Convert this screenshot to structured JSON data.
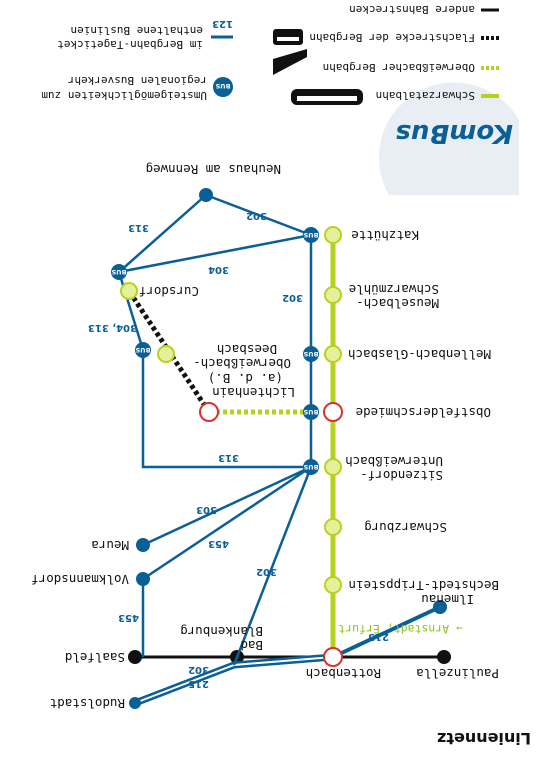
{
  "title": "Liniennetz",
  "logo": {
    "text": "KomBus"
  },
  "stations": {
    "paulinzella": "Paulinzella",
    "rottenbach": "Rottenbach",
    "ilmenau": "Ilmenau",
    "arnstadt": "→ Arnstadt, Erfurt",
    "bechstedt": "Bechstedt-Trippstein",
    "schwarzburg": "Schwarzburg",
    "sitzendorf_1": "Sitzendorf-",
    "sitzendorf_2": "Unterweißbach",
    "obstfelder": "Obstfelderschmiede",
    "mellenbach": "Mellenbach-Glasbach",
    "meusel_1": "Meuselbach-",
    "meusel_2": "Schwarzmühle",
    "katzhuette": "Katzhütte",
    "neuhaus": "Neuhaus am Rennweg",
    "cursdorf": "Cursdorf",
    "oberweiss_1": "Oberweißbach-",
    "oberweiss_2": "Deesbach",
    "lichtenhain_1": "Lichtenhain",
    "lichtenhain_2": "(a. d. B.)",
    "blankenburg_1": "Bad",
    "blankenburg_2": "Blankenburg",
    "saalfeld": "Saalfeld",
    "rudolstadt": "Rudolstadt",
    "volkmannsdorf": "Volkmannsdorf",
    "meura": "Meura"
  },
  "routes": {
    "r215a": "215",
    "r215b": "215",
    "r302a": "302",
    "r302b": "302",
    "r302c": "302",
    "r302d": "302",
    "r303": "303",
    "r453a": "453",
    "r453b": "453",
    "r313a": "313",
    "r313b": "313",
    "r304": "304",
    "r304_313": "304, 313"
  },
  "bus_badge": "BUS",
  "legend": {
    "other_rail": "andere Bahnstrecken",
    "schwarzatalbahn": "Schwarzatalbahn",
    "oberweissbacher": "Oberweißbacher Bergbahn",
    "flachstrecke": "Flachstrecke der Bergbahn",
    "bus_line_num": "123",
    "bus_line_1": "im Bergbahn-Tageticket",
    "bus_line_2": "enthaltene Buslinien",
    "transfer_1": "Umsteigemöglichkeiten zum",
    "transfer_2": "regionalen Busverkehr"
  },
  "colors": {
    "bus": "#0a5f96",
    "green": "#b8d11e",
    "black": "#111111",
    "red": "#d8332a"
  }
}
